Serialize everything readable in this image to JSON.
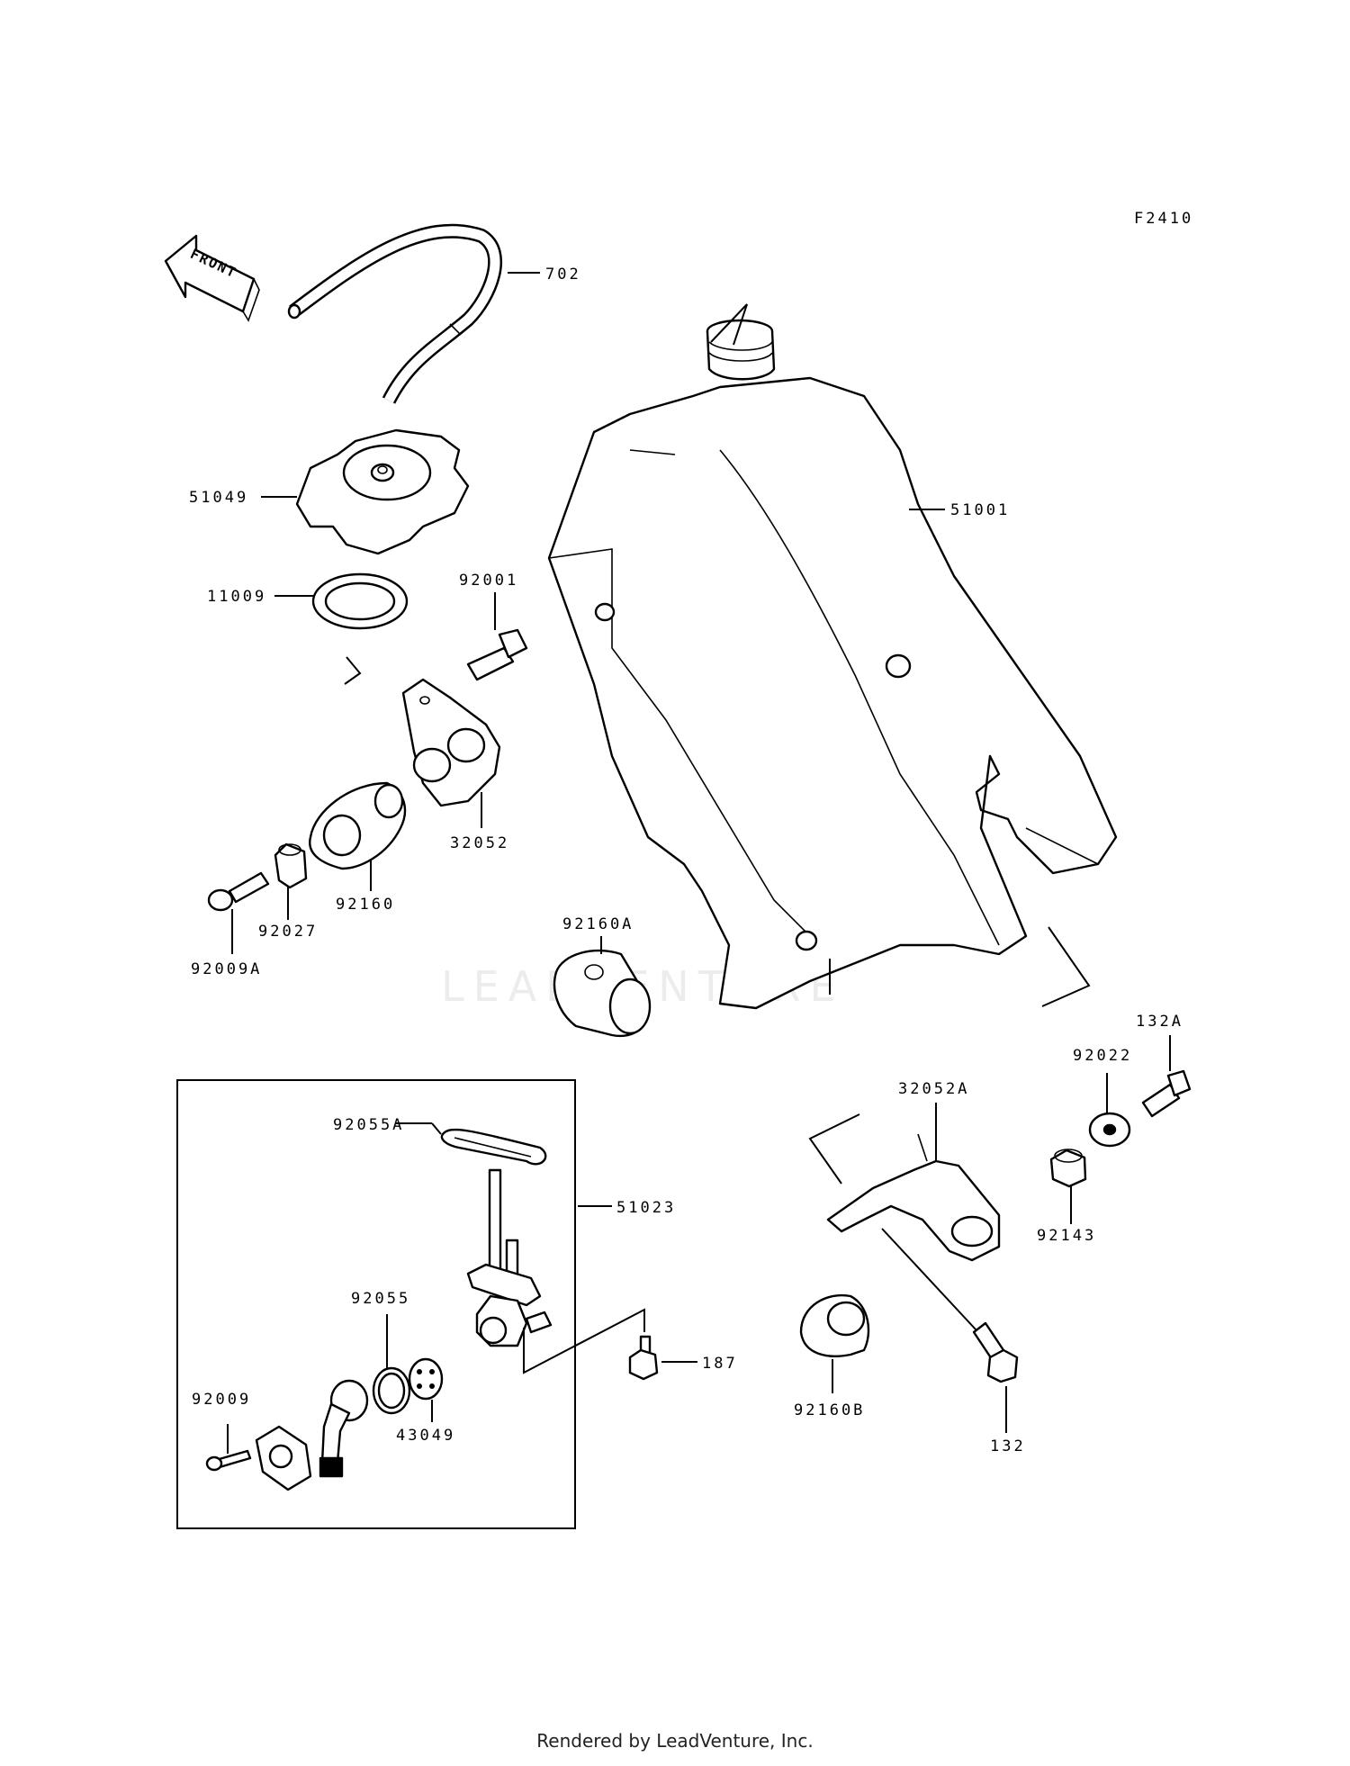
{
  "diagram": {
    "figure_code": "F2410",
    "front_label": "FRONT",
    "watermark": "LEADVENTURE",
    "credit": "Rendered by LeadVenture, Inc.",
    "parts": [
      {
        "key": "p702",
        "label": "702"
      },
      {
        "key": "p51049",
        "label": "51049"
      },
      {
        "key": "p11009",
        "label": "11009"
      },
      {
        "key": "p92001",
        "label": "92001"
      },
      {
        "key": "p51001",
        "label": "51001"
      },
      {
        "key": "p32052",
        "label": "32052"
      },
      {
        "key": "p92160",
        "label": "92160"
      },
      {
        "key": "p92027",
        "label": "92027"
      },
      {
        "key": "p92009A",
        "label": "92009A"
      },
      {
        "key": "p92160A",
        "label": "92160A"
      },
      {
        "key": "p132A",
        "label": "132A"
      },
      {
        "key": "p92022",
        "label": "92022"
      },
      {
        "key": "p32052A",
        "label": "32052A"
      },
      {
        "key": "p92143",
        "label": "92143"
      },
      {
        "key": "p92055A",
        "label": "92055A"
      },
      {
        "key": "p51023",
        "label": "51023"
      },
      {
        "key": "p92055",
        "label": "92055"
      },
      {
        "key": "p187",
        "label": "187"
      },
      {
        "key": "p92009",
        "label": "92009"
      },
      {
        "key": "p43049",
        "label": "43049"
      },
      {
        "key": "p92160B",
        "label": "92160B"
      },
      {
        "key": "p132",
        "label": "132"
      }
    ]
  }
}
